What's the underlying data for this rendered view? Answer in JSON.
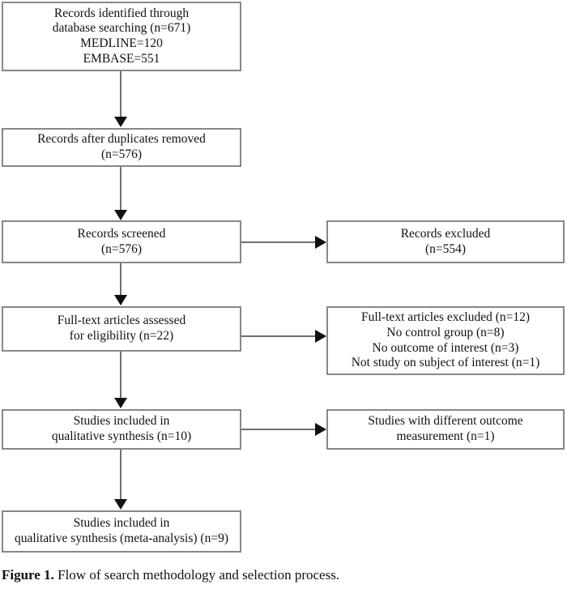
{
  "figure": {
    "label": "Figure 1.",
    "caption": " Flow of search methodology and selection process."
  },
  "flow": {
    "identified": {
      "line1": "Records identified through",
      "line2": "database searching (n=671)",
      "line3": "MEDLINE=120",
      "line4": "EMBASE=551"
    },
    "duplicates": {
      "line1": "Records after duplicates removed",
      "line2": "(n=576)"
    },
    "screened": {
      "line1": "Records screened",
      "line2": "(n=576)"
    },
    "excluded_records": {
      "line1": "Records excluded",
      "line2": "(n=554)"
    },
    "fulltext": {
      "line1": "Full-text articles assessed",
      "line2": "for eligibility (n=22)"
    },
    "excluded_fulltext": {
      "line1": "Full-text articles excluded (n=12)",
      "line2": "No control group (n=8)",
      "line3": "No outcome of interest (n=3)",
      "line4": "Not study on subject of interest (n=1)"
    },
    "qualitative": {
      "line1": "Studies included in",
      "line2": "qualitative synthesis (n=10)"
    },
    "diff_outcome": {
      "line1": "Studies with different outcome",
      "line2": "measurement (n=1)"
    },
    "metaanalysis": {
      "line1": "Studies included in",
      "line2": "qualitative synthesis (meta-analysis) (n=9)"
    }
  },
  "chart_data": {
    "type": "diagram",
    "title": "PRISMA flow of search methodology and selection process",
    "nodes": [
      {
        "id": "identified",
        "stage": "identification",
        "n": 671,
        "breakdown": {
          "MEDLINE": 120,
          "EMBASE": 551
        }
      },
      {
        "id": "duplicates",
        "stage": "identification",
        "n": 576
      },
      {
        "id": "screened",
        "stage": "screening",
        "n": 576
      },
      {
        "id": "excluded_records",
        "stage": "screening-excluded",
        "n": 554
      },
      {
        "id": "fulltext",
        "stage": "eligibility",
        "n": 22
      },
      {
        "id": "excluded_fulltext",
        "stage": "eligibility-excluded",
        "n": 12,
        "reasons": [
          {
            "reason": "No control group",
            "n": 8
          },
          {
            "reason": "No outcome of interest",
            "n": 3
          },
          {
            "reason": "Not study on subject of interest",
            "n": 1
          }
        ]
      },
      {
        "id": "qualitative",
        "stage": "included-qualitative",
        "n": 10
      },
      {
        "id": "diff_outcome",
        "stage": "included-excluded",
        "n": 1
      },
      {
        "id": "metaanalysis",
        "stage": "included-meta-analysis",
        "n": 9
      }
    ],
    "edges": [
      {
        "from": "identified",
        "to": "duplicates",
        "direction": "down"
      },
      {
        "from": "duplicates",
        "to": "screened",
        "direction": "down"
      },
      {
        "from": "screened",
        "to": "excluded_records",
        "direction": "right"
      },
      {
        "from": "screened",
        "to": "fulltext",
        "direction": "down"
      },
      {
        "from": "fulltext",
        "to": "excluded_fulltext",
        "direction": "right"
      },
      {
        "from": "fulltext",
        "to": "qualitative",
        "direction": "down"
      },
      {
        "from": "qualitative",
        "to": "diff_outcome",
        "direction": "right"
      },
      {
        "from": "qualitative",
        "to": "metaanalysis",
        "direction": "down"
      }
    ],
    "colors": {
      "box_border": "#878787",
      "connector": "#6f6f6f",
      "arrowhead": "#111111",
      "text": "#111111",
      "background": "#ffffff"
    }
  }
}
